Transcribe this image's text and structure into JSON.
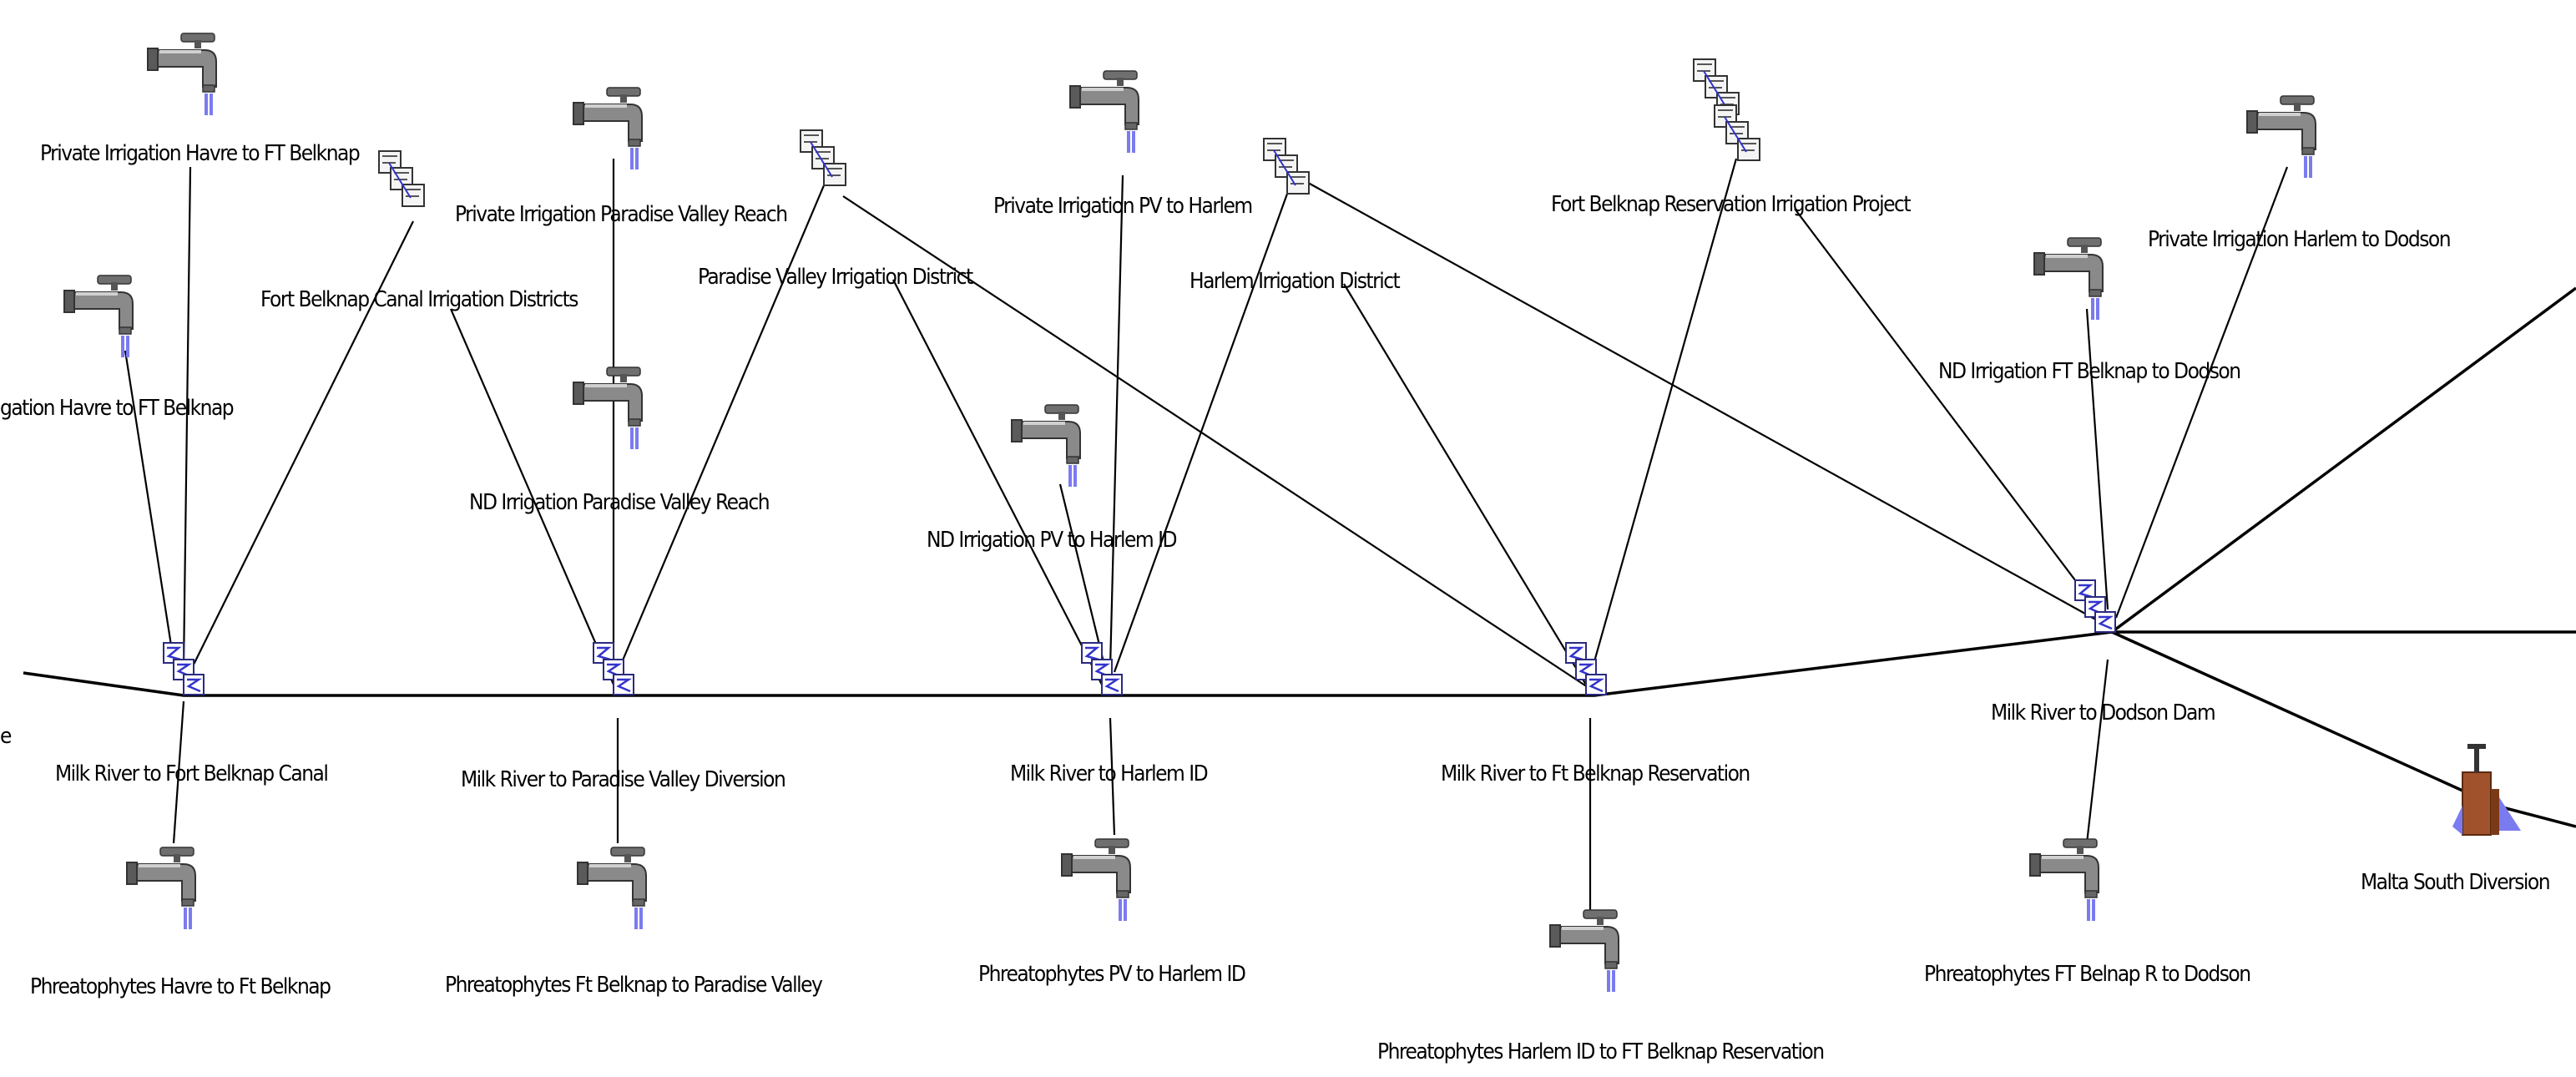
{
  "diagram": {
    "nodes": [
      {
        "id": "pi_havre",
        "type": "faucet",
        "label": "Private Irrigation Havre to FT Belknap"
      },
      {
        "id": "fb_canal_id",
        "type": "district",
        "label": "Fort Belknap Canal Irrigation Districts"
      },
      {
        "id": "nd_havre",
        "type": "faucet",
        "label": "gation Havre to FT Belknap"
      },
      {
        "id": "pi_pv_reach",
        "type": "faucet",
        "label": "Private Irrigation Paradise Valley Reach"
      },
      {
        "id": "nd_pv_reach",
        "type": "faucet",
        "label": "ND Irrigation Paradise Valley Reach"
      },
      {
        "id": "pv_id",
        "type": "district",
        "label": "Paradise Valley Irrigation District"
      },
      {
        "id": "pi_pv_harlem",
        "type": "faucet",
        "label": "Private Irrigation PV to Harlem"
      },
      {
        "id": "nd_pv_harlem",
        "type": "faucet",
        "label": "ND Irrigation PV to Harlem ID"
      },
      {
        "id": "harlem_id",
        "type": "district",
        "label": "Harlem Irrigation District"
      },
      {
        "id": "fb_res_proj",
        "type": "district",
        "label": "Fort Belknap Reservation Irrigation Project"
      },
      {
        "id": "nd_fb_dodson",
        "type": "faucet",
        "label": "ND Irrigation FT Belknap to Dodson"
      },
      {
        "id": "pi_harlem_dodson",
        "type": "faucet",
        "label": "Private Irrigation Harlem to Dodson"
      },
      {
        "id": "mr_fb_canal",
        "type": "reach",
        "label": "Milk River to Fort Belknap Canal"
      },
      {
        "id": "mr_pv_div",
        "type": "reach",
        "label": "Milk River to Paradise Valley Diversion"
      },
      {
        "id": "mr_harlem",
        "type": "reach",
        "label": "Milk River to Harlem ID"
      },
      {
        "id": "mr_fb_res",
        "type": "reach",
        "label": "Milk River to Ft Belknap Reservation"
      },
      {
        "id": "mr_dodson",
        "type": "reach",
        "label": "Milk River to Dodson Dam"
      },
      {
        "id": "malta",
        "type": "diversion",
        "label": "Malta South Diversion"
      },
      {
        "id": "ph_havre",
        "type": "faucet",
        "label": "Phreatophytes Havre to Ft Belknap"
      },
      {
        "id": "ph_fb_pv",
        "type": "faucet",
        "label": "Phreatophytes Ft Belknap to Paradise Valley"
      },
      {
        "id": "ph_pv_harlem",
        "type": "faucet",
        "label": "Phreatophytes PV to Harlem ID"
      },
      {
        "id": "ph_harlem_fb",
        "type": "faucet",
        "label": "Phreatophytes Harlem ID to FT Belknap Reservation"
      },
      {
        "id": "ph_fb_dodson",
        "type": "faucet",
        "label": "Phreatophytes FT Belnap R to Dodson"
      }
    ],
    "edge_label": "e"
  }
}
